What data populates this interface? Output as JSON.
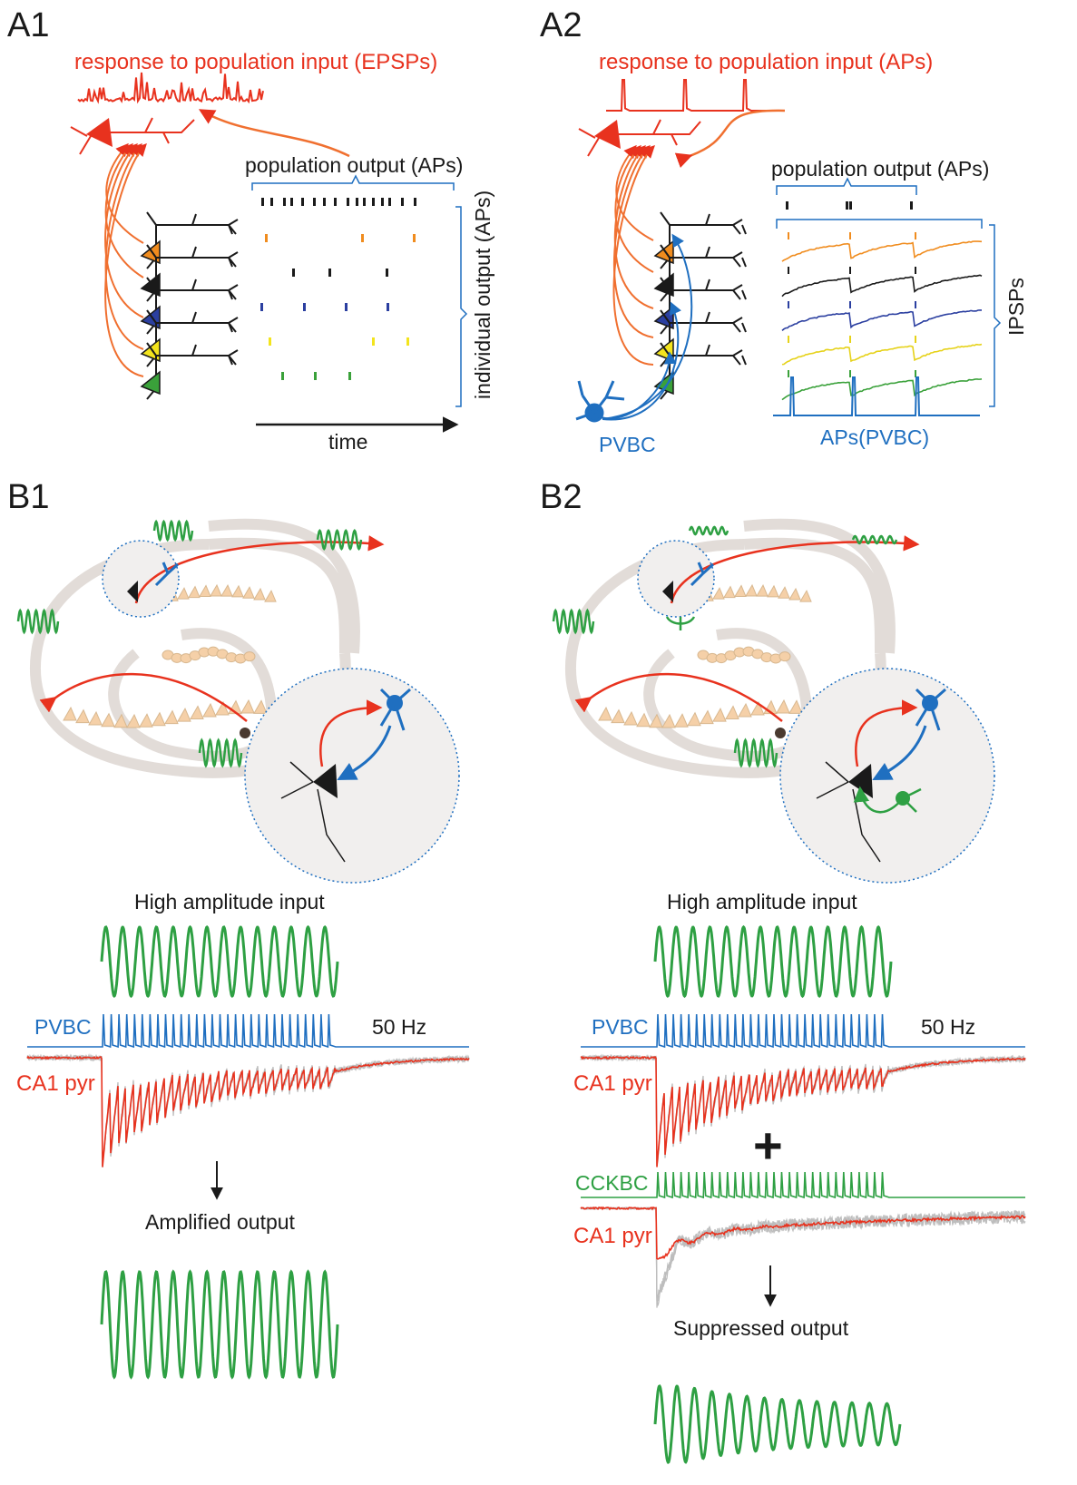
{
  "panels": {
    "a1": {
      "label": "A1",
      "response_title": "response to population input (EPSPs)",
      "population_output": "population output (APs)",
      "individual_output": "individual output (APs)",
      "time_label": "time"
    },
    "a2": {
      "label": "A2",
      "response_title": "response to population input (APs)",
      "population_output": "population output (APs)",
      "ipsps_label": "IPSPs",
      "pvbc_label": "PVBC",
      "aps_pvbc_label": "APs(PVBC)"
    },
    "b1": {
      "label": "B1",
      "input_title": "High  amplitude input",
      "pvbc_label": "PVBC",
      "freq_label": "50 Hz",
      "ca1_label": "CA1 pyr",
      "output_title": "Amplified output"
    },
    "b2": {
      "label": "B2",
      "input_title": "High  amplitude input",
      "pvbc_label": "PVBC",
      "freq_label": "50 Hz",
      "ca1_label": "CA1 pyr",
      "plus": "+",
      "cckbc_label": "CCKBC",
      "ca1_label_2": "CA1 pyr",
      "output_title": "Suppressed  output"
    }
  },
  "colors": {
    "red": "#e8321e",
    "orange_line": "#f07030",
    "blue": "#1f6fc0",
    "green": "#2ea043",
    "gray_trace": "#bdbdbd",
    "tissue": "#e2dcd8",
    "cell_fill": "#f5d0a8",
    "neuron_colors": [
      "#f08c1e",
      "#1a1a1a",
      "#2b3fa0",
      "#f3e41d",
      "#3aa13a"
    ]
  }
}
